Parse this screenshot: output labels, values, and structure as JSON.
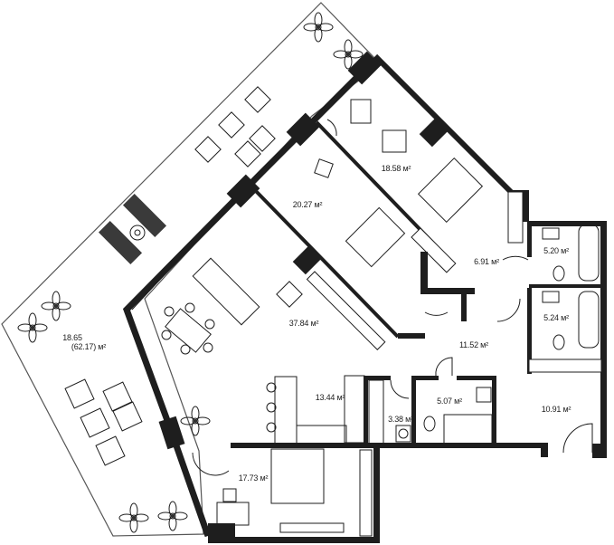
{
  "plan": {
    "type": "apartment-floor-plan",
    "unit": "м²",
    "colors": {
      "walls": "#1e1e1e",
      "background": "#ffffff",
      "lines": "#1e1e1e"
    },
    "rooms": [
      {
        "id": "terrace",
        "label_line1": "18.65",
        "label_line2": "(62.17) м²",
        "area": "18.65",
        "area_full": "62.17"
      },
      {
        "id": "bedroom-1",
        "label": "18.58 м²",
        "area": "18.58"
      },
      {
        "id": "bedroom-2",
        "label": "20.27 м²",
        "area": "20.27"
      },
      {
        "id": "living-room",
        "label": "37.84 м²",
        "area": "37.84"
      },
      {
        "id": "dressing-room",
        "label": "6.91 м²",
        "area": "6.91"
      },
      {
        "id": "bathroom-1",
        "label": "5.20 м²",
        "area": "5.20"
      },
      {
        "id": "bathroom-2",
        "label": "5.24 м²",
        "area": "5.24"
      },
      {
        "id": "hall",
        "label": "11.52 м²",
        "area": "11.52"
      },
      {
        "id": "kitchen",
        "label": "13.44 м²",
        "area": "13.44"
      },
      {
        "id": "laundry",
        "label": "3.38 м²",
        "area": "3.38"
      },
      {
        "id": "bathroom-3",
        "label": "5.07 м²",
        "area": "5.07"
      },
      {
        "id": "entrance-hall",
        "label": "10.91 м²",
        "area": "10.91"
      },
      {
        "id": "bedroom-3",
        "label": "17.73 м²",
        "area": "17.73"
      }
    ]
  }
}
